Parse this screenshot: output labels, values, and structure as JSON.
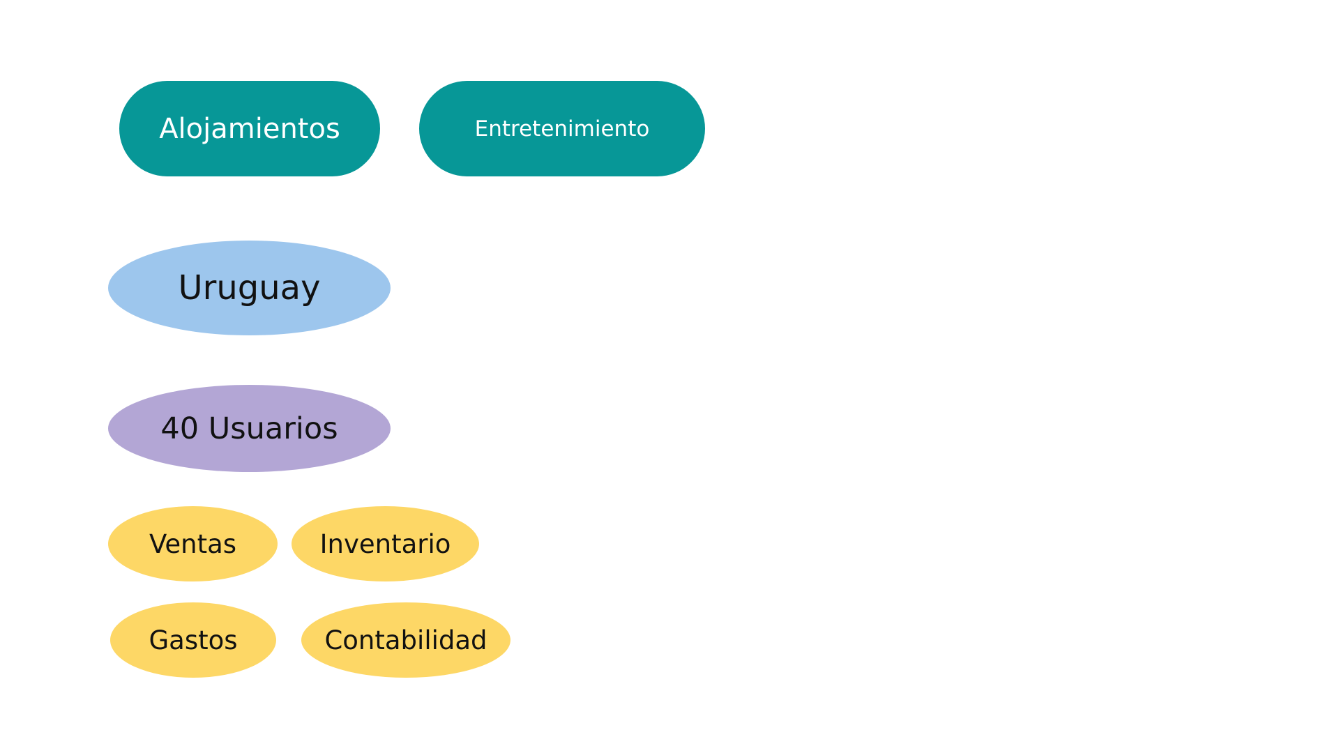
{
  "categories": {
    "alojamientos": "Alojamientos",
    "entretenimiento": "Entretenimiento"
  },
  "country": "Uruguay",
  "users": "40 Usuarios",
  "modules": [
    "Ventas",
    "Inventario",
    "Gastos",
    "Contabilidad"
  ],
  "colors": {
    "teal": "#079797",
    "blue": "#9dc6ed",
    "purple": "#b3a6d5",
    "yellow": "#fdd766"
  }
}
